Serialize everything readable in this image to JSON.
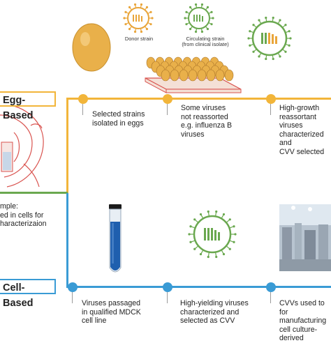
{
  "colors": {
    "egg_line": "#f2b53a",
    "cell_line": "#3a9bd5",
    "divider": "#6aa84f",
    "egg_fill": "#e9b04a",
    "tube_liquid": "#1f5fae",
    "virus_stroke": "#6aa84f",
    "anatomy": "#d9534f"
  },
  "diagram": {
    "top": {
      "donor_strain_label": "Donor strain",
      "circulating_strain_label": "Circulating strain\n(from clinical isolate)"
    },
    "egg_track": {
      "label": "Egg-Based",
      "steps": [
        {
          "text": "Selected strains\nisolated in eggs"
        },
        {
          "text": "Some viruses\nnot reassorted\ne.g. influenza B\nviruses"
        },
        {
          "text": "High-growth\nreassortant viruses\ncharacterized and\nCVV selected"
        }
      ]
    },
    "sample_text": "mple:\ned in cells for\nharacterizaion",
    "cell_track": {
      "label": "Cell-Based",
      "steps": [
        {
          "text": "Viruses passaged\nin qualified MDCK\ncell line"
        },
        {
          "text": "High-yielding viruses\ncharacterized and\nselected as CVV"
        },
        {
          "text": "CVVs used to\nfor manufacturing\ncell culture-derived"
        }
      ]
    }
  }
}
